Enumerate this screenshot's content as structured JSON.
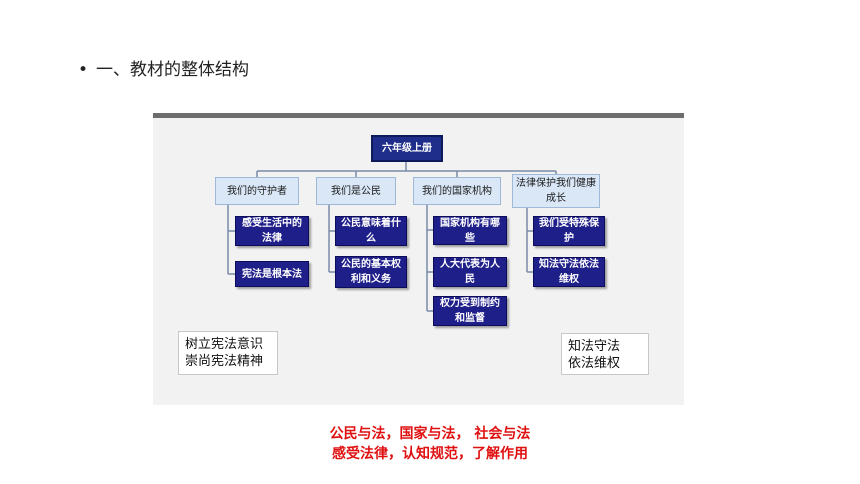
{
  "heading": {
    "bullet": "•",
    "text": "一、教材的整体结构"
  },
  "tree": {
    "root": "六年级上册",
    "categories": [
      {
        "label": "我们的守护者",
        "children": [
          "感受生活中的法律",
          "宪法是根本法"
        ]
      },
      {
        "label": "我们是公民",
        "children": [
          "公民意味着什么",
          "公民的基本权利和义务"
        ]
      },
      {
        "label": "我们的国家机构",
        "children": [
          "国家机构有哪些",
          "人大代表为人民",
          "权力受到制约和监督"
        ]
      },
      {
        "label": "法律保护我们健康成长",
        "children": [
          "我们受特殊保护",
          "知法守法依法维权"
        ]
      }
    ],
    "notes": {
      "left": [
        "树立宪法意识",
        "崇尚宪法精神"
      ],
      "right": [
        "知法守法",
        "依法维权"
      ]
    }
  },
  "caption": {
    "line1": "公民与法，国家与法， 社会与法",
    "line2": "感受法律，认知规范，了解作用"
  },
  "colors": {
    "root_fill": "#1e2e8a",
    "category_fill": "#d9e7f6",
    "leaf_fill": "#1f1f8a",
    "caption": "#e01010"
  }
}
